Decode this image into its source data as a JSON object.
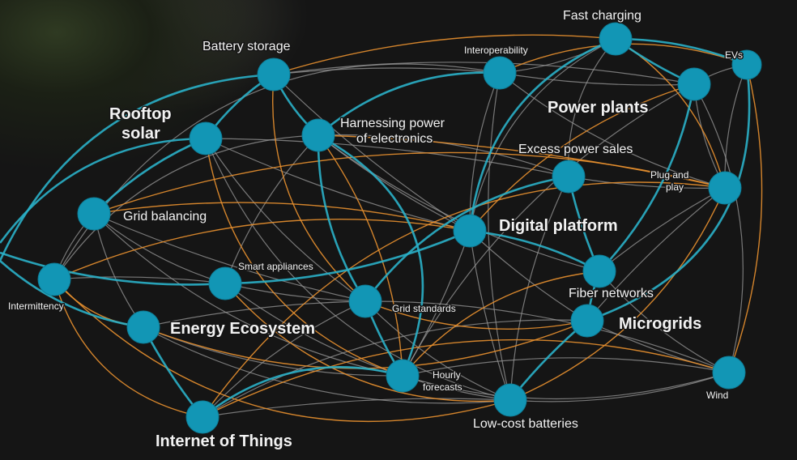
{
  "nodes": [
    {
      "id": "battery-storage",
      "label": "Battery storage"
    },
    {
      "id": "interoperability",
      "label": "Interoperability"
    },
    {
      "id": "fast-charging",
      "label": "Fast charging"
    },
    {
      "id": "evs",
      "label": "EVs"
    },
    {
      "id": "power-plants",
      "label": "Power plants"
    },
    {
      "id": "rooftop-solar",
      "label": "Rooftop solar"
    },
    {
      "id": "harnessing-power",
      "label": "Harnessing power of electronics"
    },
    {
      "id": "excess-power-sales",
      "label": "Excess power sales"
    },
    {
      "id": "plug-and-play",
      "label": "Plug and play"
    },
    {
      "id": "grid-balancing",
      "label": "Grid balancing"
    },
    {
      "id": "digital-platform",
      "label": "Digital platform"
    },
    {
      "id": "smart-appliances",
      "label": "Smart appliances"
    },
    {
      "id": "fiber-networks",
      "label": "Fiber networks"
    },
    {
      "id": "intermittency",
      "label": "Intermittency"
    },
    {
      "id": "grid-standards",
      "label": "Grid standards"
    },
    {
      "id": "energy-ecosystem",
      "label": "Energy Ecosystem"
    },
    {
      "id": "microgrids",
      "label": "Microgrids"
    },
    {
      "id": "hourly-forecasts",
      "label": "Hourly forecasts"
    },
    {
      "id": "wind",
      "label": "Wind"
    },
    {
      "id": "low-cost-batteries",
      "label": "Low-cost batteries"
    },
    {
      "id": "internet-of-things",
      "label": "Internet of Things"
    }
  ],
  "edge_colors": {
    "gray": "#9a9a9a",
    "orange": "#e8902f",
    "teal": "#2ab0c8",
    "node": "#1296b5"
  }
}
